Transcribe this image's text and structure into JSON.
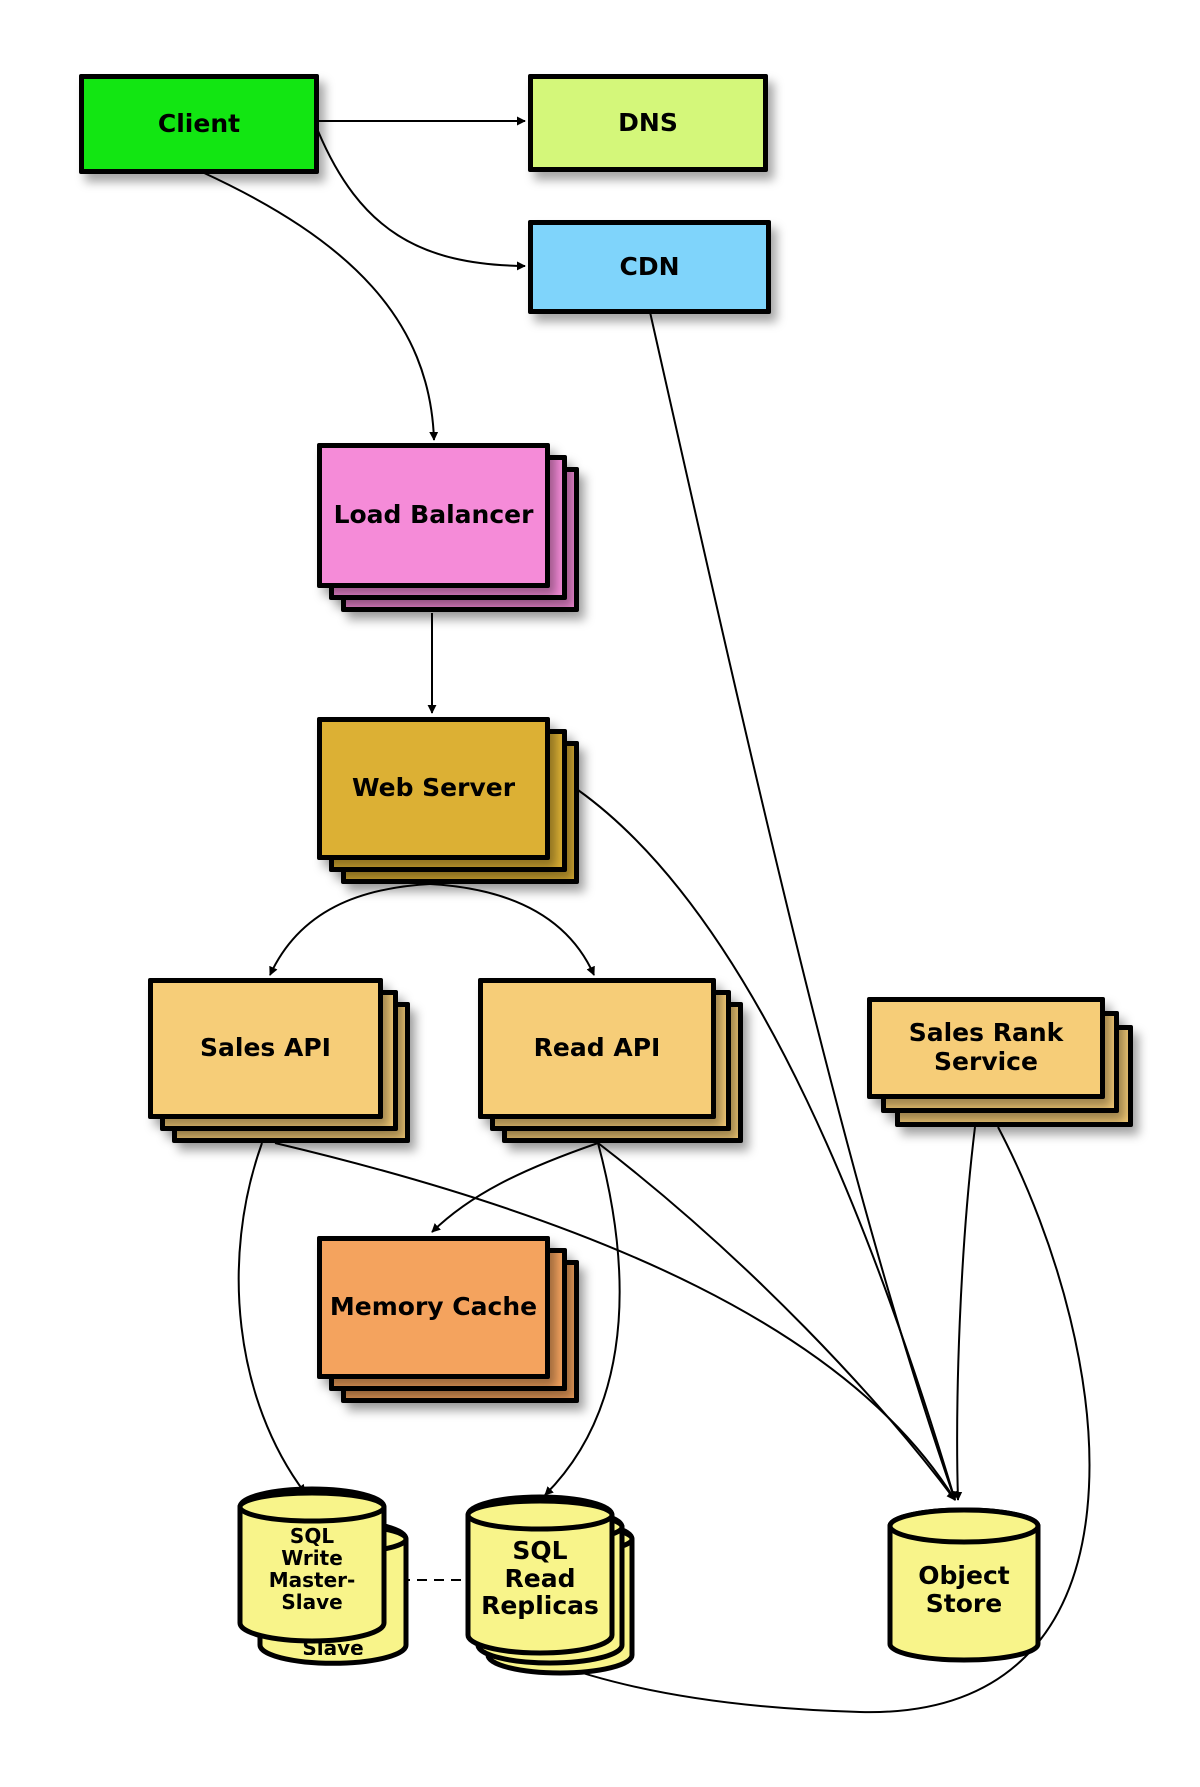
{
  "colors": {
    "client": "#12e612",
    "dns": "#d4f77a",
    "cdn": "#7fd4fb",
    "load_balancer": "#f58bd8",
    "web_server": "#dcb034",
    "api": "#f6cd78",
    "memory_cache": "#f4a35e",
    "database": "#f8f48a"
  },
  "nodes": {
    "client": "Client",
    "dns": "DNS",
    "cdn": "CDN",
    "load_balancer": "Load Balancer",
    "web_server": "Web Server",
    "sales_api": "Sales API",
    "read_api": "Read API",
    "sales_rank_service": "Sales Rank\nService",
    "memory_cache": "Memory Cache",
    "sql_write": "SQL\nWrite\nMaster-\nSlave",
    "sql_write_back": "Slave",
    "sql_read": "SQL\nRead\nReplicas",
    "object_store": "Object\nStore"
  }
}
